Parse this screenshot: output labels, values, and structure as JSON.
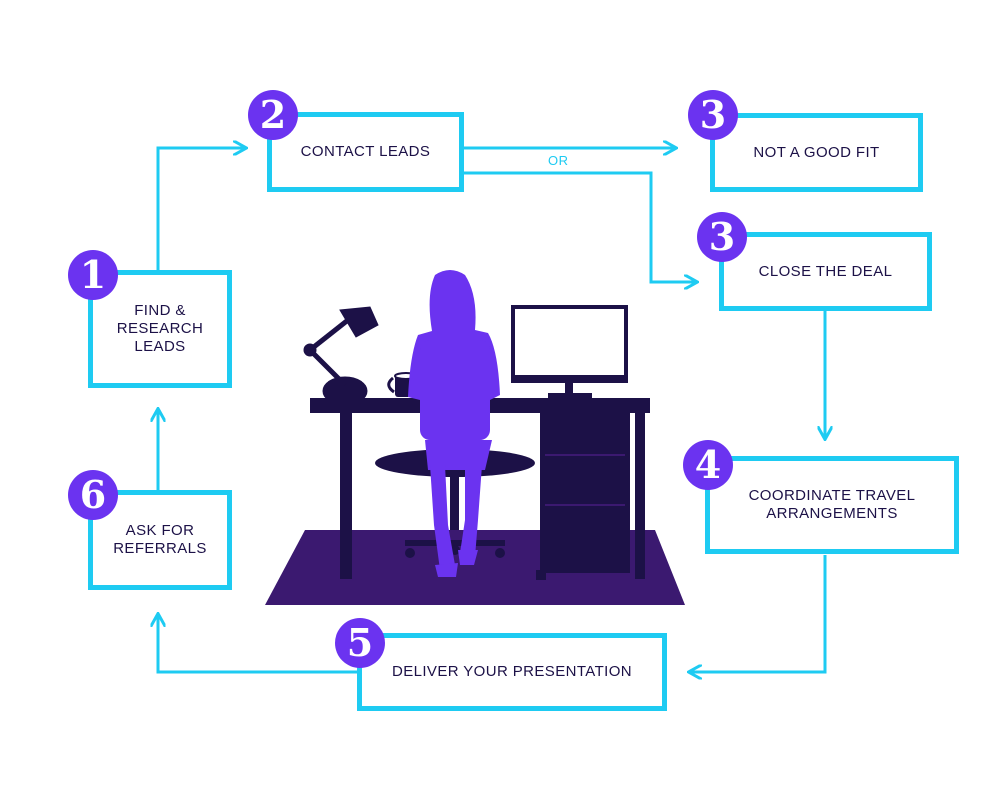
{
  "colors": {
    "accent": "#1ecbf2",
    "badge": "#6b33f0",
    "text": "#1c1147",
    "silhouette": "#6b33f0",
    "desk": "#1c1147",
    "rug": "#3b1970"
  },
  "steps": [
    {
      "number": "1",
      "label": "FIND &\nRESEARCH\nLEADS"
    },
    {
      "number": "2",
      "label": "CONTACT LEADS"
    },
    {
      "number": "3",
      "label": "NOT A GOOD FIT"
    },
    {
      "number": "3",
      "label": "CLOSE THE DEAL"
    },
    {
      "number": "4",
      "label": "COORDINATE TRAVEL\nARRANGEMENTS"
    },
    {
      "number": "5",
      "label": "DELIVER YOUR PRESENTATION"
    },
    {
      "number": "6",
      "label": "ASK FOR\nREFERRALS"
    }
  ],
  "branch_label": "OR",
  "illustration": {
    "name": "woman-at-desk"
  }
}
